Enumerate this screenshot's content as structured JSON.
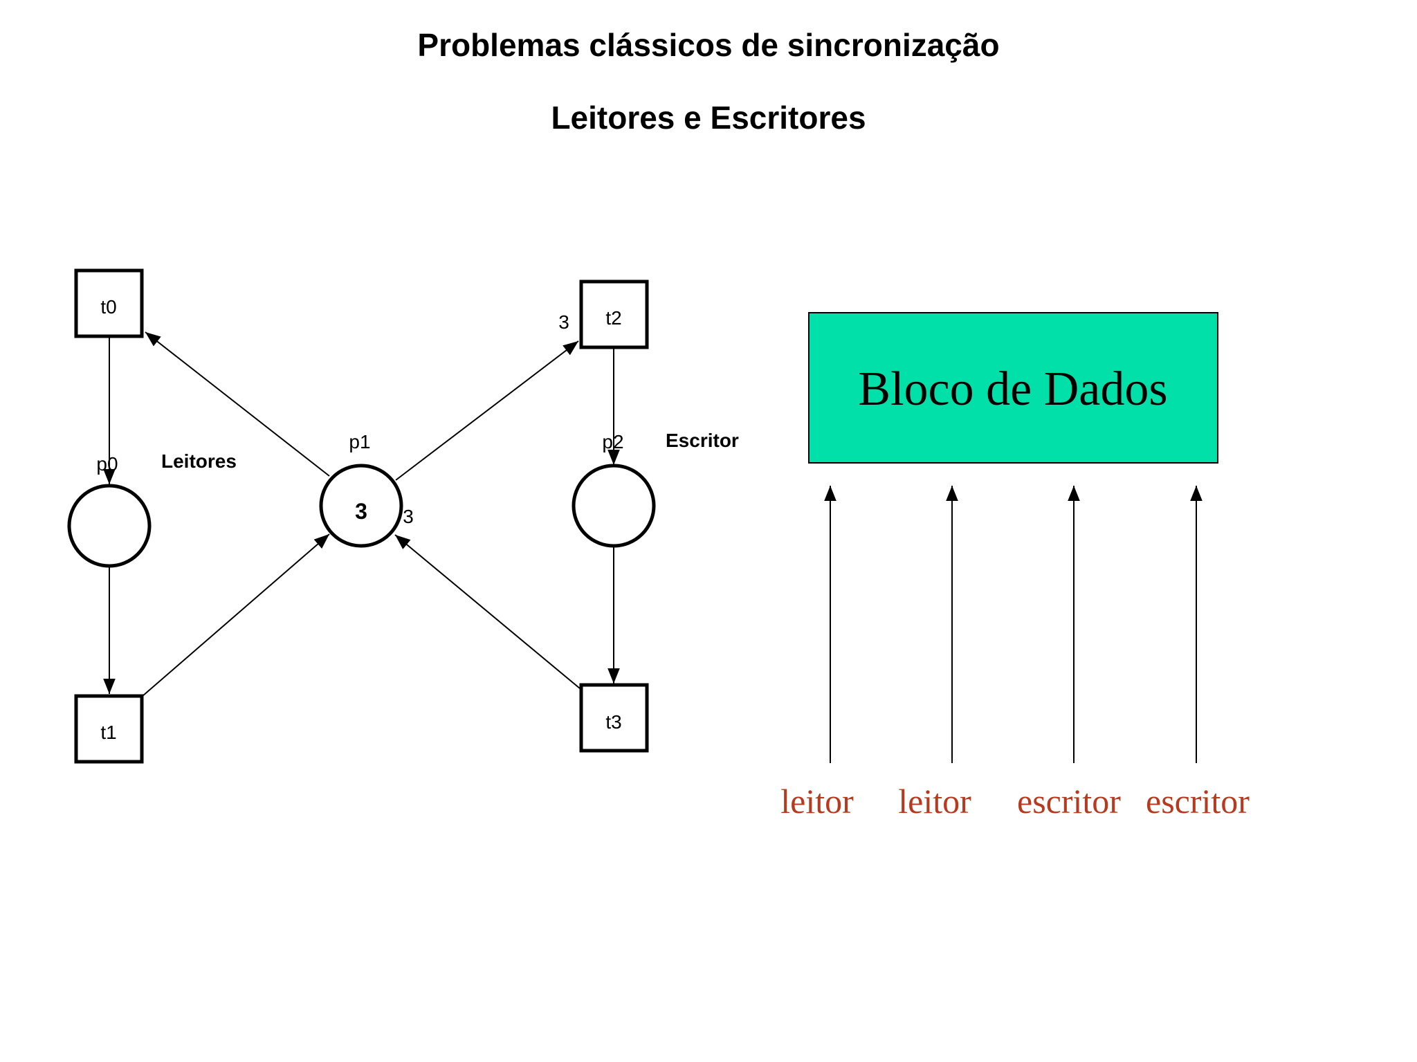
{
  "slide": {
    "title": "Problemas clássicos de sincronização",
    "subtitle": "Leitores e Escritores"
  },
  "petri_net": {
    "transitions": {
      "t0": "t0",
      "t1": "t1",
      "t2": "t2",
      "t3": "t3"
    },
    "places": {
      "p0": "p0",
      "p1": "p1",
      "p2": "p2"
    },
    "p1_tokens": "3",
    "arc_weights": {
      "p1_to_t2": "3",
      "t3_to_p1": "3"
    },
    "labels": {
      "readers": "Leitores",
      "writer": "Escritor"
    }
  },
  "data_block": {
    "label": "Bloco de Dados",
    "fill_color": "#00e0a8",
    "processes": [
      "leitor",
      "leitor",
      "escritor",
      "escritor"
    ],
    "process_color": "#b83a1e"
  }
}
